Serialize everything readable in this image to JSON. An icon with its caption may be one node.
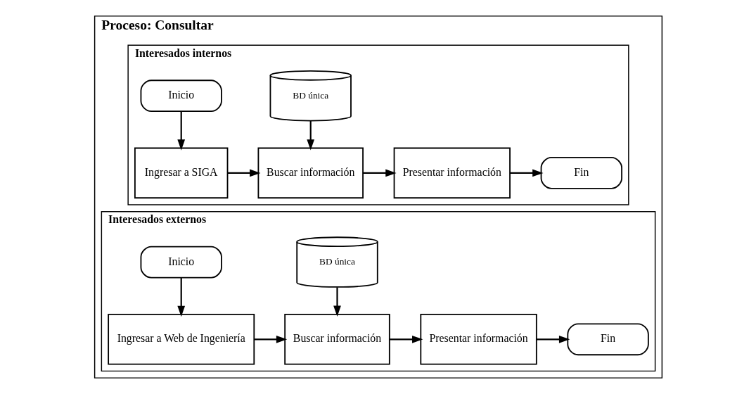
{
  "diagram": {
    "nodes": [
      {
        "text": [
          "Proceso: Consultar"
        ]
      },
      {
        "text": [
          "Interesados internos"
        ],
        "in": 0
      },
      {
        "text": [
          "Inicio"
        ],
        "in": 1
      },
      {
        "text": [
          "BD única"
        ],
        "in": 1
      },
      {
        "text": [
          "Ingresar a SIGA"
        ],
        "in": 1
      },
      {
        "text": [
          "Buscar información"
        ],
        "in": 1
      },
      {
        "text": [
          "Presentar información"
        ],
        "in": 1
      },
      {
        "text": [
          "Fin"
        ],
        "in": 1
      },
      {
        "text": [
          "Interesados externos"
        ],
        "in": 0
      },
      {
        "text": [
          "Inicio"
        ],
        "in": 8
      },
      {
        "text": [
          "BD única"
        ],
        "in": 8
      },
      {
        "text": [
          "Ingresar a Web de Ingeniería"
        ],
        "in": 8
      },
      {
        "text": [
          "Buscar información"
        ],
        "in": 8
      },
      {
        "text": [
          "Presentar información"
        ],
        "in": 8
      },
      {
        "text": [
          "Fin"
        ],
        "in": 8
      }
    ],
    "edges": [
      {
        "from": 2,
        "to": 4,
        "arrow": "to"
      },
      {
        "from": 3,
        "to": 5,
        "arrow": "to"
      },
      {
        "from": 4,
        "to": 5,
        "arrow": "to"
      },
      {
        "from": 5,
        "to": 6,
        "arrow": "to"
      },
      {
        "from": 6,
        "to": 7,
        "arrow": "to"
      },
      {
        "from": 9,
        "to": 11,
        "arrow": "to"
      },
      {
        "from": 10,
        "to": 12,
        "arrow": "to"
      },
      {
        "from": 11,
        "to": 12,
        "arrow": "to"
      },
      {
        "from": 12,
        "to": 13,
        "arrow": "to"
      },
      {
        "from": 13,
        "to": 14,
        "arrow": "to"
      }
    ]
  }
}
